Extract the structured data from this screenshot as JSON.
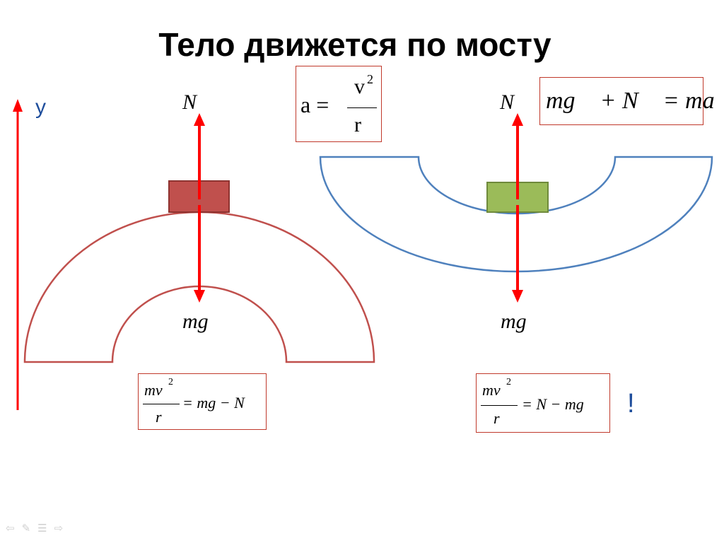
{
  "slide": {
    "title": "Тело движется по мосту",
    "axis_label": "y",
    "exclamation": "!"
  },
  "left": {
    "normal_force_label": "N",
    "gravity_label": "mg",
    "equation": {
      "num": "mv",
      "num_exp": "2",
      "den": "r",
      "rhs": "= mg − N"
    },
    "bridge_color": "#c0504d",
    "block_color": "#c0504d"
  },
  "right": {
    "normal_force_label": "N",
    "gravity_label": "mg",
    "equation": {
      "num": "mv",
      "num_exp": "2",
      "den": "r",
      "rhs": "= N − mg"
    },
    "bridge_color": "#4f81bd",
    "block_color": "#9bbb59"
  },
  "formulas": {
    "acceleration": {
      "lhs": "a =",
      "num": "v",
      "num_exp": "2",
      "den": "r"
    },
    "newton": "mg⃗ + N⃗ = ma⃗"
  },
  "colors": {
    "arrow": "#ff0000",
    "box_border": "#c0392b",
    "text_blue": "#1f4e9c"
  },
  "nav_icons": [
    "arrow-left-icon",
    "pen-icon",
    "menu-icon",
    "arrow-right-icon"
  ]
}
